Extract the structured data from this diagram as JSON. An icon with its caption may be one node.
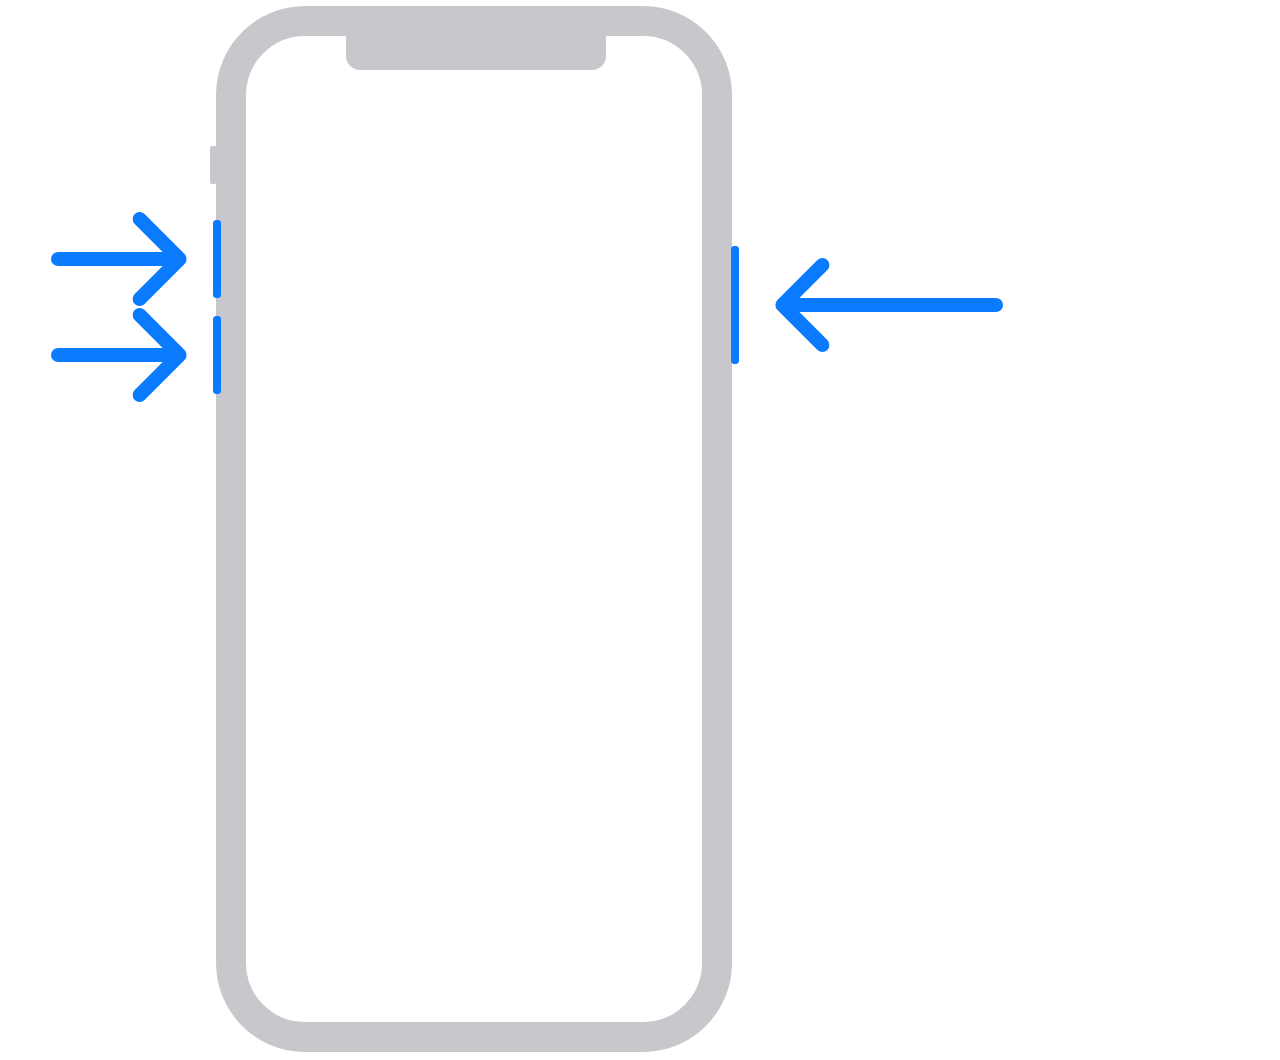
{
  "diagram": {
    "nodes": [
      {
        "text": [],
        "shape": "bar"
      },
      {
        "text": [],
        "shape": "bar"
      },
      {
        "text": [],
        "shape": "bar"
      }
    ],
    "edges": [
      {
        "from": null,
        "to": 0,
        "arrow": "to"
      },
      {
        "from": null,
        "to": 1,
        "arrow": "to"
      },
      {
        "from": null,
        "to": 2,
        "arrow": "to"
      }
    ]
  }
}
